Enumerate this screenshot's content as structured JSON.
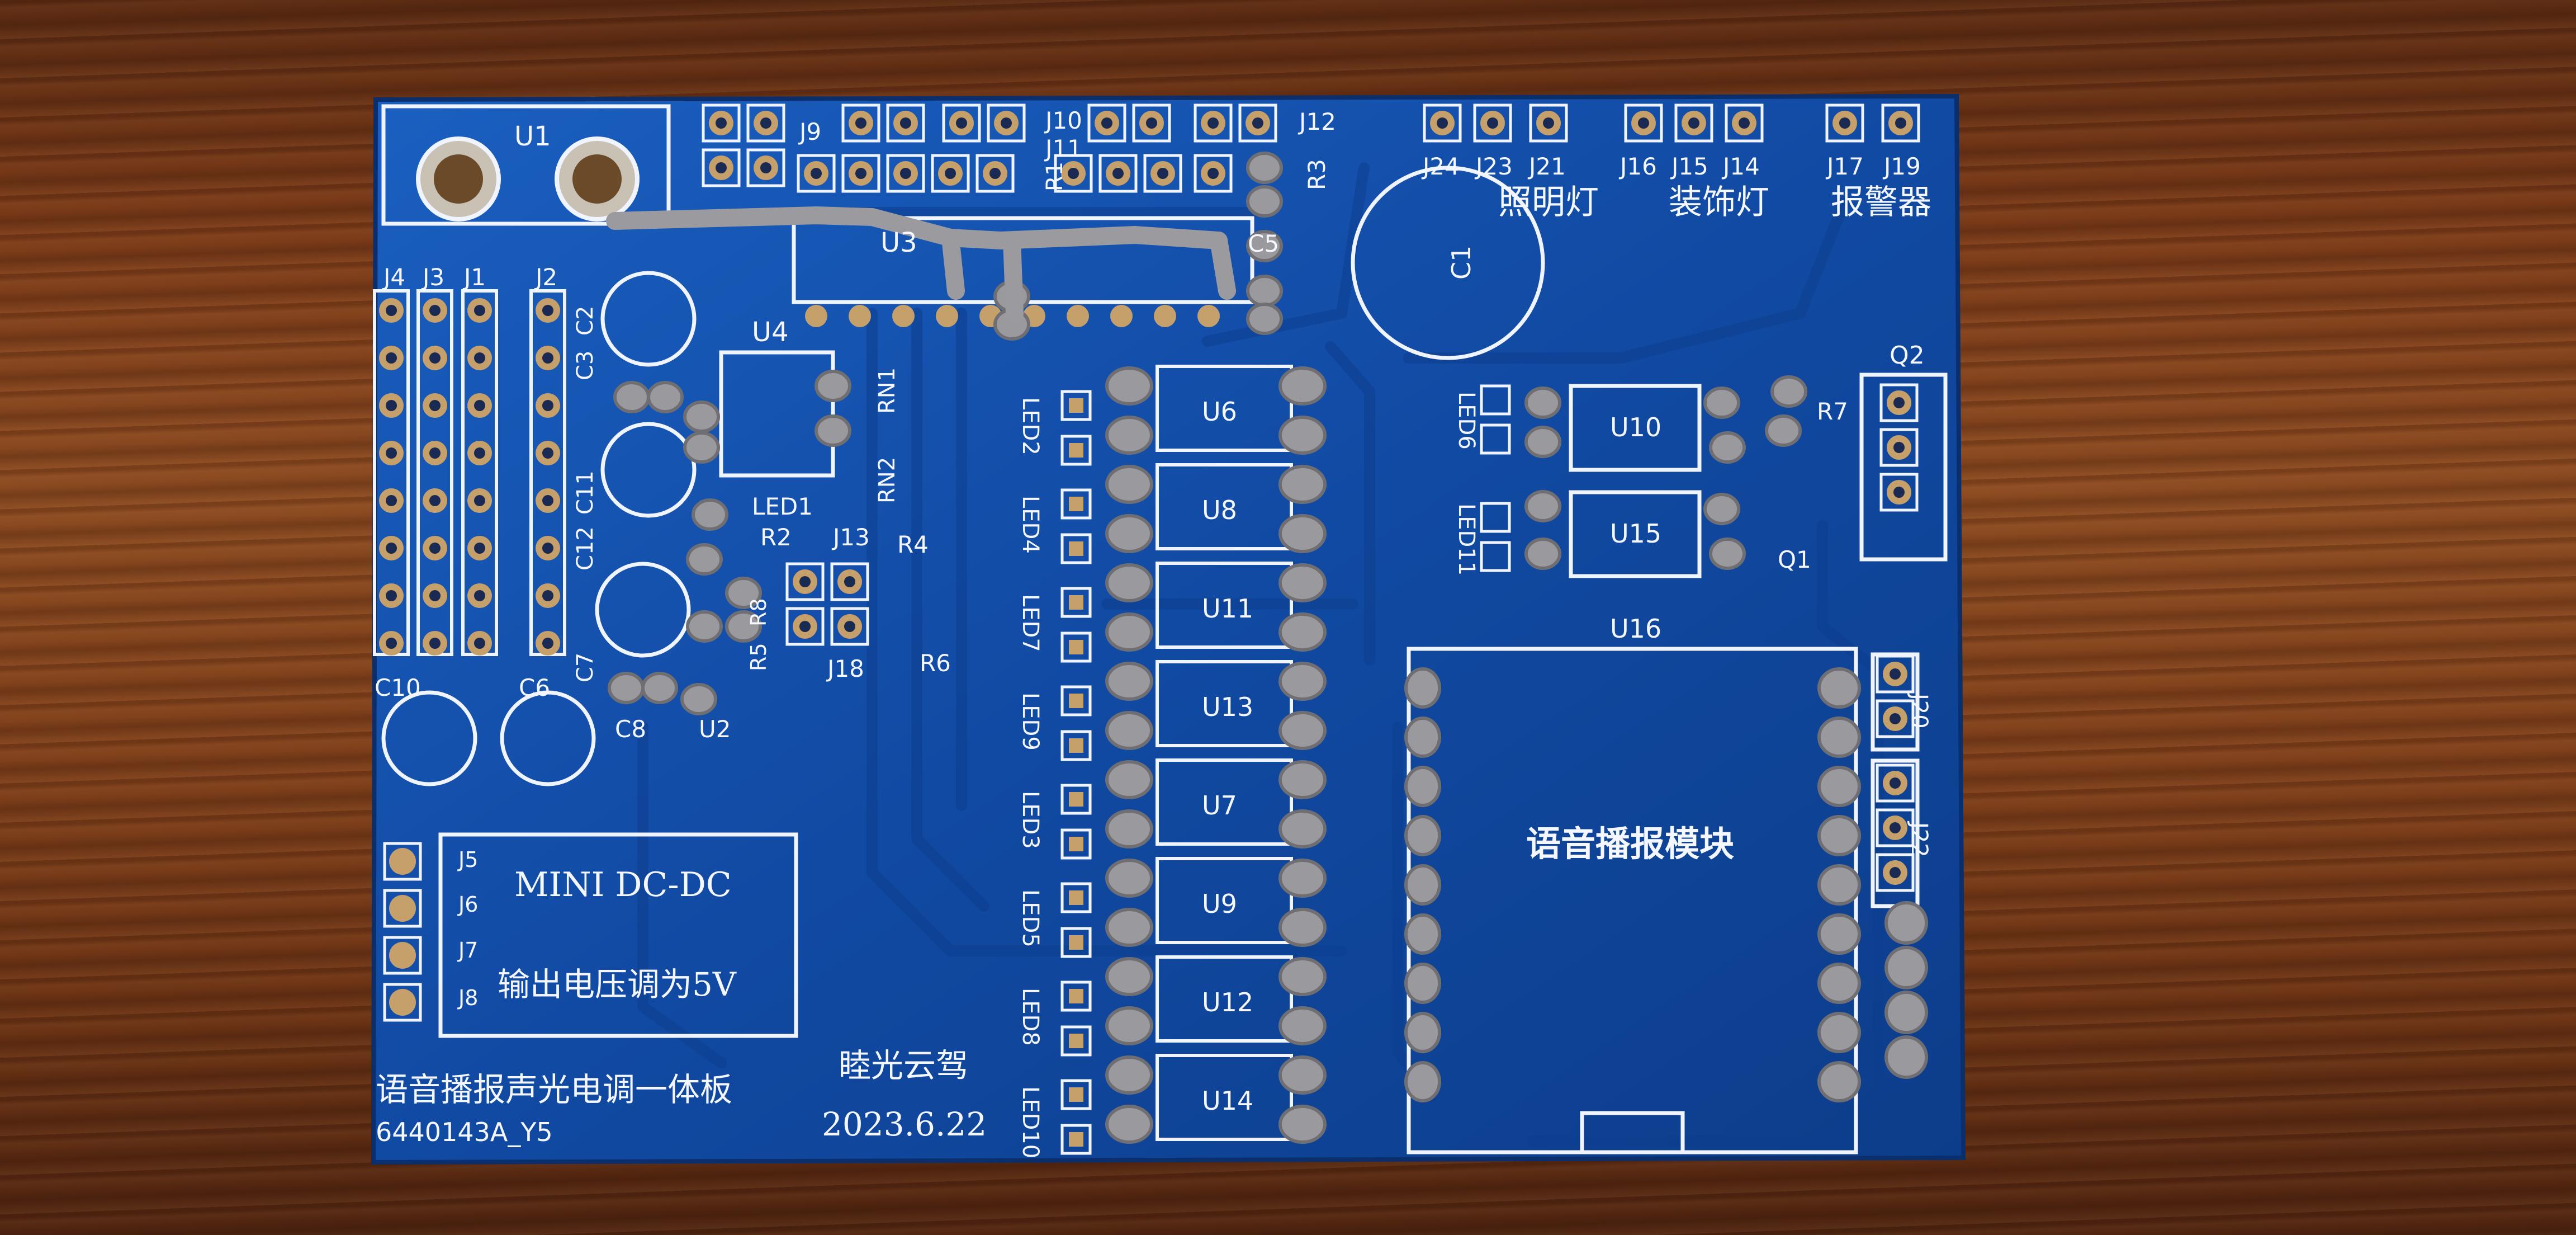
{
  "board": {
    "title": "语音播报声光电调一体板",
    "part_number": "6440143A_Y5",
    "author": "睦光云驾",
    "date": "2023.6.22",
    "module_box": {
      "line1": "MINI DC-DC",
      "line2": "输出电压调为5V"
    },
    "voice_module_label": "语音播报模块",
    "group_labels": {
      "lighting": "照明灯",
      "decoration": "装饰灯",
      "alarm": "报警器"
    },
    "refs": {
      "U1": "U1",
      "U3": "U3",
      "U4": "U4",
      "U16": "U16",
      "U6": "U6",
      "U8": "U8",
      "U11": "U11",
      "U13": "U13",
      "U7": "U7",
      "U9": "U9",
      "U12": "U12",
      "U14": "U14",
      "U10": "U10",
      "U15": "U15",
      "J1": "J1",
      "J2": "J2",
      "J3": "J3",
      "J4": "J4",
      "J5": "J5",
      "J6": "J6",
      "J7": "J7",
      "J8": "J8",
      "J9": "J9",
      "J10": "J10",
      "J11": "J11",
      "J12": "J12",
      "J13": "J13",
      "J14": "J14",
      "J15": "J15",
      "J16": "J16",
      "J17": "J17",
      "J18": "J18",
      "J19": "J19",
      "J20": "J20",
      "J21": "J21",
      "J22": "J22",
      "J23": "J23",
      "J24": "J24",
      "C1": "C1",
      "C2": "C2",
      "C3": "C3",
      "C5": "C5",
      "C6": "C6",
      "C7": "C7",
      "C8": "C8",
      "C10": "C10",
      "C11": "C11",
      "C12": "C12",
      "R1": "R1",
      "R2": "R2",
      "R3": "R3",
      "R4": "R4",
      "R5": "R5",
      "R6": "R6",
      "R7": "R7",
      "R8": "R8",
      "RN1": "RN1",
      "RN2": "RN2",
      "Q1": "Q1",
      "Q2": "Q2",
      "U2": "U2",
      "LED1": "LED1",
      "LED2": "LED2",
      "LED3": "LED3",
      "LED4": "LED4",
      "LED5": "LED5",
      "LED6": "LED6",
      "LED7": "LED7",
      "LED8": "LED8",
      "LED9": "LED9",
      "LED10": "LED10",
      "LED11": "LED11"
    }
  },
  "colors": {
    "wood": "#7a3a18",
    "board": "#114aa3",
    "silkscreen": "#f4f7ff",
    "solder": "#9a9a9e"
  }
}
